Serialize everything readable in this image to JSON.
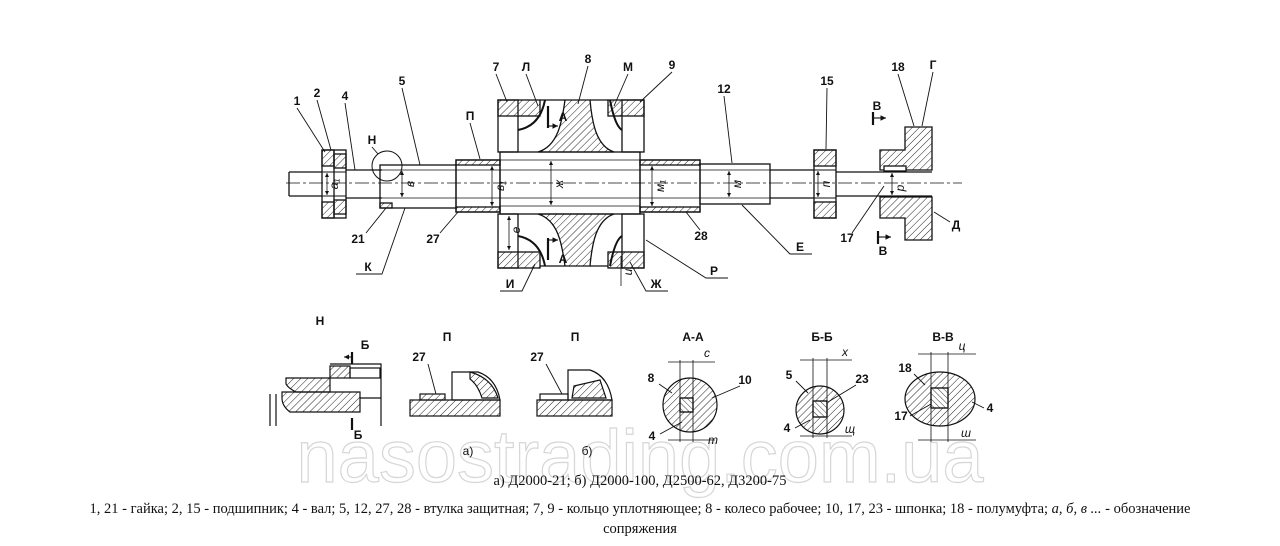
{
  "main_view": {
    "labels": [
      "1",
      "2",
      "4",
      "5",
      "Н",
      "7",
      "Л",
      "8",
      "М",
      "9",
      "12",
      "15",
      "18",
      "Г",
      "В",
      "П",
      "А",
      "21",
      "27",
      "К",
      "28",
      "Е",
      "17",
      "В",
      "Д",
      "И",
      "А",
      "Ж",
      "Р"
    ],
    "dimension_labels": [
      "а₁",
      "в",
      "в₁",
      "е",
      "ж",
      "м₁",
      "м",
      "п",
      "р",
      "и"
    ]
  },
  "detail_views": {
    "titles": [
      "Н",
      "П",
      "П",
      "А-А",
      "Б-Б",
      "В-В"
    ],
    "labels": [
      "Б",
      "Б",
      "27",
      "27",
      "8",
      "10",
      "4",
      "5",
      "23",
      "4",
      "18",
      "17",
      "4"
    ],
    "dimension_labels": [
      "с",
      "т",
      "х",
      "щ",
      "ц",
      "ш"
    ],
    "variant_labels": [
      "а)",
      "б)"
    ]
  },
  "watermark": "nasostrading.com.ua",
  "caption": {
    "models": "а) Д2000-21; б) Д2000-100, Д2500-62, Д3200-75",
    "legend": "1, 21 - гайка; 2, 15 - подшипник; 4 - вал; 5, 12, 27, 28 - втулка защитная; 7, 9 - кольцо уплотняющее; 8 - колесо рабочее; 10, 17, 23 - шпонка; 18 - полумуфта;",
    "legend_italic": "а, б, в ...",
    "legend_tail": "- обозначение",
    "legend_wrap": "сопряжения"
  },
  "colors": {
    "line": "#111111",
    "watermark": "#d6d6d6",
    "background": "#ffffff"
  }
}
